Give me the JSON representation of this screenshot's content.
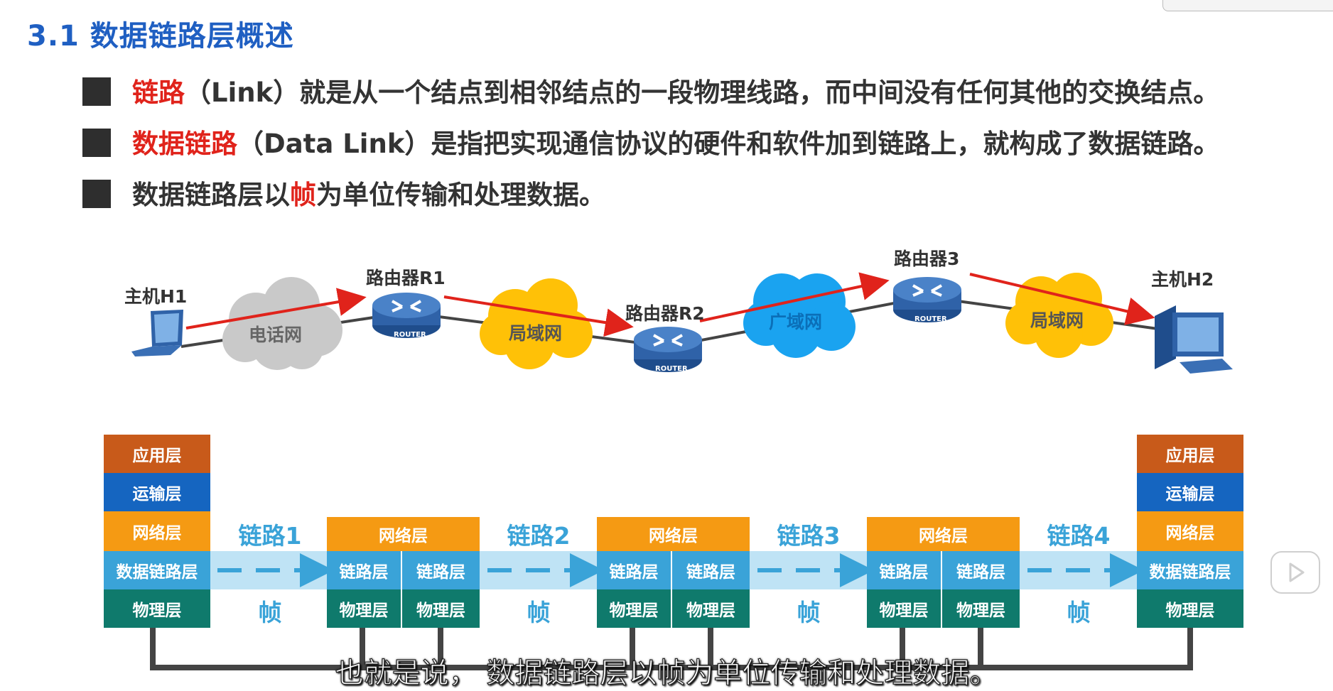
{
  "slide": {
    "title": "3.1 数据链路层概述",
    "bullets": [
      {
        "highlight": "链路",
        "rest": "（Link）就是从一个结点到相邻结点的一段物理线路，而中间没有任何其他的交换结点。"
      },
      {
        "highlight": "数据链路",
        "rest": "（Data Link）是指把实现通信协议的硬件和软件加到链路上，就构成了数据链路。"
      },
      {
        "pre": "数据链路层以",
        "highlight": "帧",
        "post": "为单位传输和处理数据。"
      }
    ]
  },
  "network": {
    "host1": "主机H1",
    "router1": "路由器R1",
    "router2": "路由器R2",
    "router3": "路由器3",
    "host2": "主机H2",
    "cloud_phone": "电话网",
    "cloud_lan1": "局域网",
    "cloud_wan": "广域网",
    "cloud_lan2": "局域网",
    "router_tag": "ROUTER",
    "colors": {
      "arrow": "#e0231b",
      "cloud_gray": "#c9c9c9",
      "cloud_yellow": "#ffc107",
      "cloud_blue": "#1aa3f0",
      "router": "#2f62a8"
    }
  },
  "layers": {
    "app": "应用层",
    "transport": "运输层",
    "network": "网络层",
    "datalink": "数据链路层",
    "datalink_short": "链路层",
    "physical": "物理层",
    "links": [
      "链路1",
      "链路2",
      "链路3",
      "链路4"
    ],
    "frame": "帧",
    "colors": {
      "app": "#c85a1a",
      "transport": "#1565c0",
      "network": "#f59a13",
      "datalink": "#3aa3d8",
      "physical": "#0f7a6c"
    }
  },
  "subtitle": "也就是说，  数据链路层以帧为单位传输和处理数据。"
}
